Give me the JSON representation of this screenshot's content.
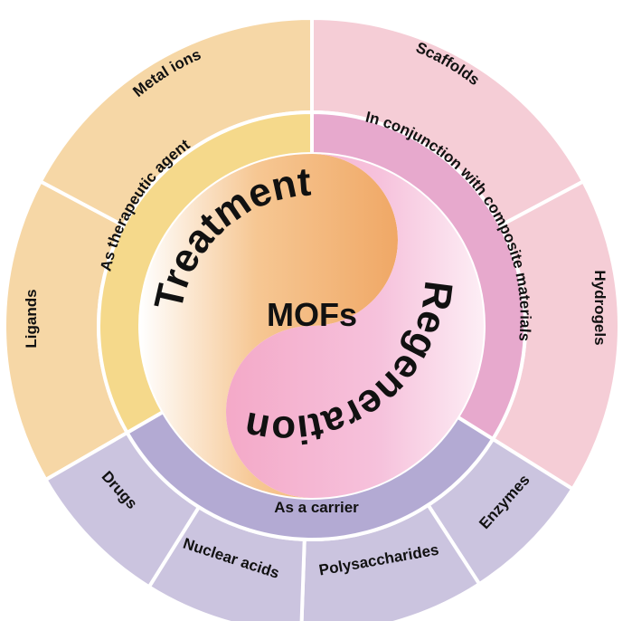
{
  "center": {
    "title": "MOFs",
    "left_word": "Treatment",
    "right_word": "Regeneration"
  },
  "inner_ring": {
    "therapeutic": "As therapeutic agent",
    "composite": "In conjunction with composite materials",
    "carrier": "As a carrier"
  },
  "outer_ring": {
    "metal_ions": "Metal ions",
    "ligands": "Ligands",
    "scaffolds": "Scaffolds",
    "hydrogels": "Hydrogels",
    "drugs": "Drugs",
    "nuclear_acids": "Nuclear acids",
    "polysaccharides": "Polysaccharides",
    "enzymes": "Enzymes"
  },
  "colors": {
    "orange_outer": "#f6d7a6",
    "orange_inner": "#f5d98b",
    "pink_outer": "#f5cdd6",
    "pink_inner": "#e7a9cd",
    "purple_outer": "#cbc4df",
    "purple_inner": "#b3aad3",
    "treatment_fill": "#f2b27a",
    "regeneration_fill": "#efb3d2"
  }
}
